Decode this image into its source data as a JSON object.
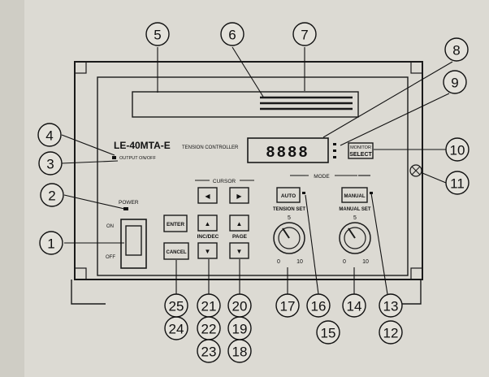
{
  "model": "LE-40MTA-E",
  "subtitle": "TENSION CONTROLLER",
  "display_value": "8888",
  "labels": {
    "power": "POWER",
    "on": "ON",
    "off": "OFF",
    "output_on_off": "OUTPUT ON/OFF",
    "cursor": "CURSOR",
    "mode": "MODE",
    "monitor": "MONITOR",
    "select": "SELECT",
    "enter": "ENTER",
    "inc_dec": "INC/DEC",
    "page": "PAGE",
    "cancel": "CANCEL",
    "auto": "AUTO",
    "manual": "MANUAL",
    "tension_set": "TENSION SET",
    "manual_set": "MANUAL SET",
    "dial_top": "5",
    "dial_min": "0",
    "dial_max": "10",
    "arrow_left": "◀",
    "arrow_right": "▶",
    "arrow_up": "▲",
    "arrow_down": "▼"
  },
  "callouts": [
    "1",
    "2",
    "3",
    "4",
    "5",
    "6",
    "7",
    "8",
    "9",
    "10",
    "11",
    "12",
    "13",
    "14",
    "15",
    "16",
    "17",
    "18",
    "19",
    "20",
    "21",
    "22",
    "23",
    "24",
    "25"
  ]
}
